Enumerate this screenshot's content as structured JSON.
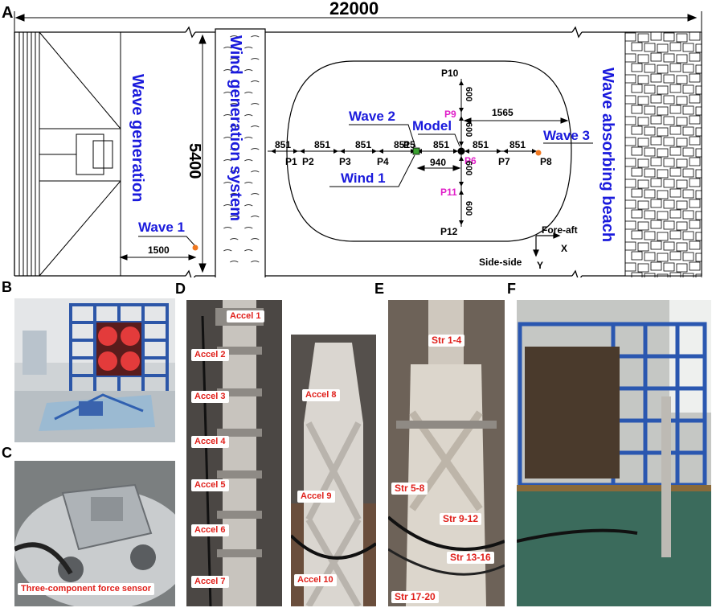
{
  "panels": {
    "A": "A",
    "B": "B",
    "C": "C",
    "D": "D",
    "E": "E",
    "F": "F"
  },
  "plan": {
    "overall_length": "22000",
    "width": "5400",
    "wave_generation": "Wave generation",
    "wind_generation": "Wind generation system",
    "wave_absorbing": "Wave absorbing beach",
    "wave1": "Wave 1",
    "wave2": "Wave 2",
    "wave3": "Wave 3",
    "wind1": "Wind 1",
    "model": "Model",
    "dim_1500": "1500",
    "dim_851": "851",
    "dim_940": "940",
    "dim_600": "600",
    "dim_1565": "1565",
    "probes": [
      "P1",
      "P2",
      "P3",
      "P4",
      "P5",
      "P6",
      "P7",
      "P8",
      "P9",
      "P10",
      "P11",
      "P12"
    ],
    "fore_aft": "Fore-aft",
    "side_side": "Side-side",
    "axis_x": "X",
    "axis_y": "Y"
  },
  "colors": {
    "label_blue": "#1a1adc",
    "probe_magenta": "#e020c8",
    "tag_red": "#e0201b",
    "sensor_orange": "#f07820"
  },
  "sensor_c": "Three-component force sensor",
  "accels": [
    "Accel 1",
    "Accel 2",
    "Accel 3",
    "Accel 4",
    "Accel 5",
    "Accel 6",
    "Accel 7",
    "Accel 8",
    "Accel 9",
    "Accel 10"
  ],
  "strains": [
    "Str 1-4",
    "Str 5-8",
    "Str 9-12",
    "Str 13-16",
    "Str 17-20"
  ]
}
